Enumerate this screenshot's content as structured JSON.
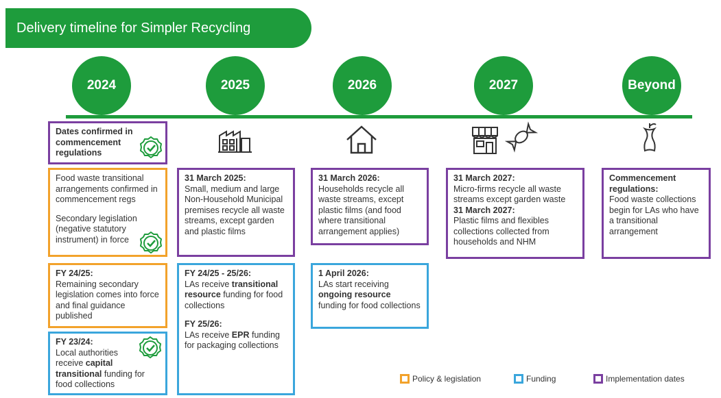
{
  "header": {
    "title": "Delivery timeline for Simpler Recycling"
  },
  "years": [
    "2024",
    "2025",
    "2026",
    "2027",
    "Beyond"
  ],
  "icons": [
    "checkmark-badge-icon",
    "factory-icon",
    "house-icon",
    "shop-icon",
    "candy-wrapper-icon",
    "apple-core-icon"
  ],
  "colors": {
    "green": "#1e9c3c",
    "policy": "#f2a22b",
    "funding": "#3aa6dc",
    "implementation": "#7a3fa0"
  },
  "boxes": {
    "dates_confirmed": "Dates confirmed in commencement regulations",
    "food_waste_transitional": "Food waste transitional arrangements confirmed in commencement regs",
    "secondary_legislation": "Secondary legislation (negative statutory instrument) in force",
    "fy2425_heading": "FY 24/25:",
    "fy2425_body": "Remaining secondary legislation comes into force and final guidance published",
    "fy2324_heading": "FY 23/24:",
    "fy2324_body_1": "Local authorities receive",
    "fy2324_bold": "capital transitional",
    "fy2324_body_2": "funding for food collections",
    "mar2025_heading": "31 March 2025:",
    "mar2025_body": "Small, medium and large Non-Household Municipal premises recycle all waste streams, except garden and plastic films",
    "fy2425_2526_heading": "FY 24/25 - 25/26:",
    "fy2425_2526_body_1": "LAs receive",
    "fy2425_2526_bold": "transitional resource",
    "fy2425_2526_body_2": "funding for food collections",
    "fy2526_heading": "FY 25/26:",
    "fy2526_body_1": "LAs receive",
    "fy2526_bold": "EPR",
    "fy2526_body_2": "funding for packaging collections",
    "mar2026_heading": "31 March 2026:",
    "mar2026_body": "Households recycle all waste streams, except plastic films (and food where transitional arrangement applies)",
    "apr2026_heading": "1 April 2026:",
    "apr2026_body_1": "LAs start receiving",
    "apr2026_bold": "ongoing resource",
    "apr2026_body_2": "funding for food collections",
    "mar2027_heading_1": "31 March 2027:",
    "mar2027_body_1": "Micro-firms recycle all waste streams except garden waste",
    "mar2027_heading_2": "31 March 2027:",
    "mar2027_body_2": "Plastic films and flexibles collections collected from households and NHM",
    "beyond_heading": "Commencement regulations:",
    "beyond_body": "Food waste collections begin for LAs who have a transitional arrangement"
  },
  "legend": {
    "policy": "Policy & legislation",
    "funding": "Funding",
    "implementation": "Implementation dates"
  }
}
